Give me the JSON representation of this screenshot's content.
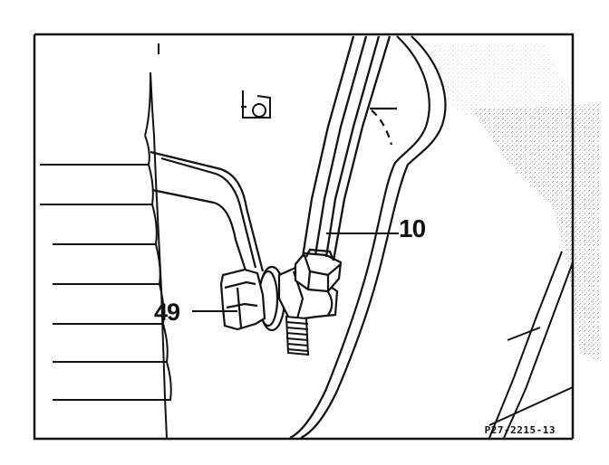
{
  "diagram": {
    "callouts": {
      "part_10": "10",
      "part_49": "49"
    },
    "figure_code": "P27-2215-13",
    "colors": {
      "ink": "#111111",
      "paper": "#ffffff",
      "stipple": "#9a9a9a"
    }
  }
}
